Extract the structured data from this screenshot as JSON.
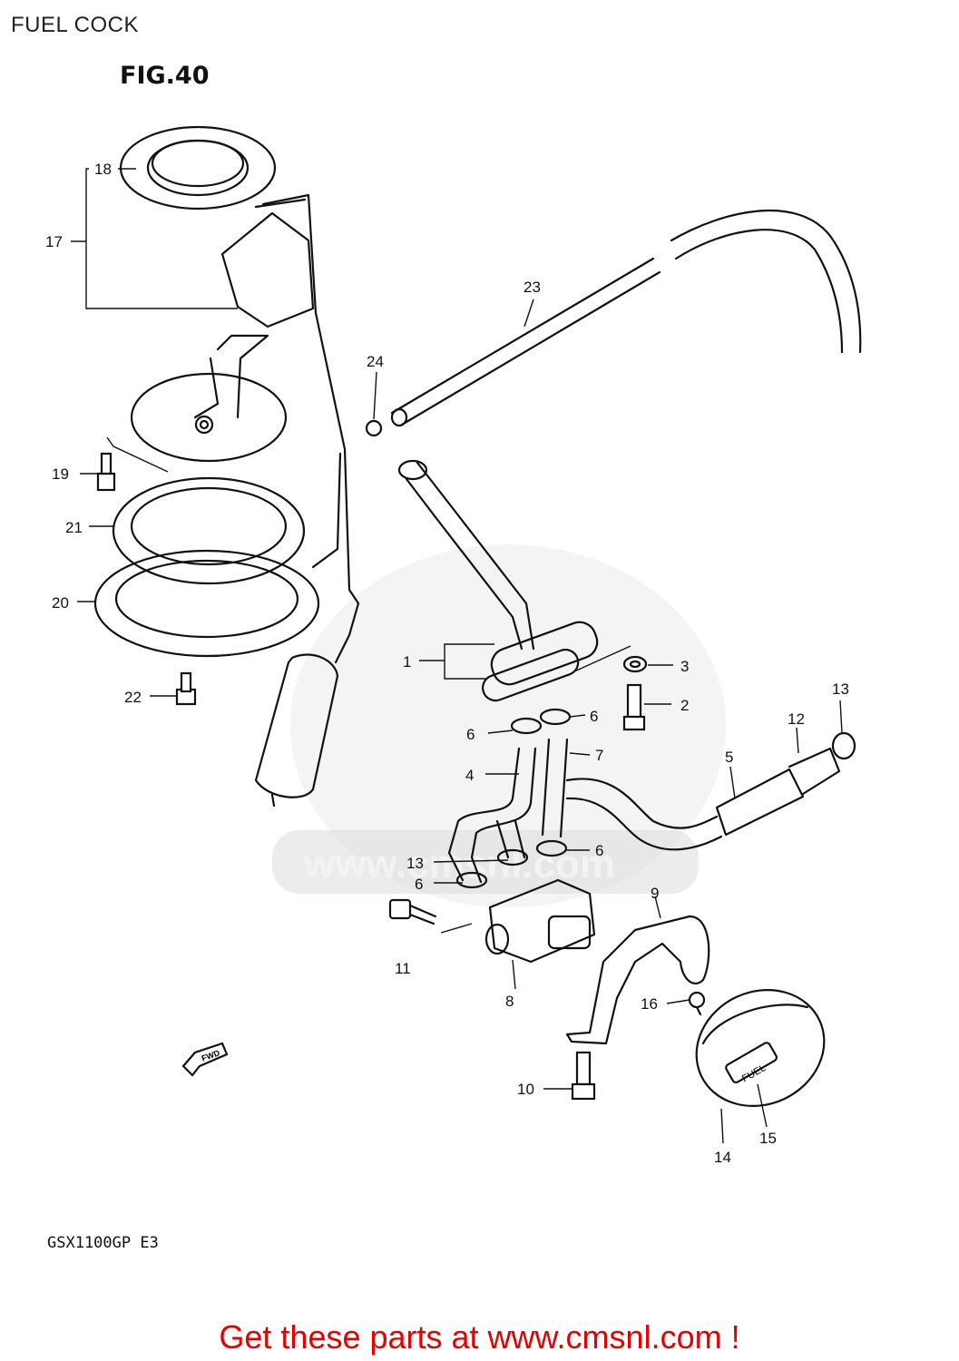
{
  "header": {
    "title": "FUEL COCK",
    "figure": "FIG.40"
  },
  "diagram": {
    "model_code": "GSX1100GP E3",
    "part_callouts": [
      "1",
      "2",
      "3",
      "4",
      "5",
      "6",
      "7",
      "8",
      "9",
      "10",
      "11",
      "12",
      "13",
      "14",
      "15",
      "16",
      "17",
      "18",
      "19",
      "20",
      "21",
      "22",
      "23",
      "24"
    ],
    "watermark_text": "www.cmsnl.com",
    "arrow_label": "FWD",
    "cap_label": "FUEL"
  },
  "footer": {
    "link_text": "Get these parts at www.cmsnl.com !"
  }
}
